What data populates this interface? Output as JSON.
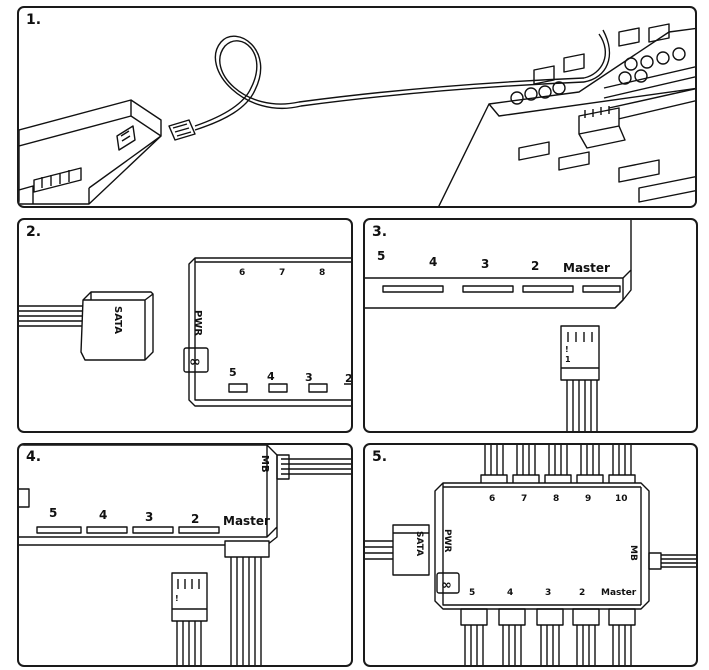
{
  "panels": [
    {
      "number": "1."
    },
    {
      "number": "2.",
      "connector_label": "SATA",
      "port_pwr": "PWR",
      "top_ports": [
        "6",
        "7",
        "8"
      ],
      "bottom_ports": [
        "5",
        "4",
        "3",
        "2"
      ]
    },
    {
      "number": "3.",
      "ports": [
        "5",
        "4",
        "3",
        "2"
      ],
      "master": "Master"
    },
    {
      "number": "4.",
      "ports": [
        "5",
        "4",
        "3",
        "2"
      ],
      "master": "Master",
      "mb": "MB"
    },
    {
      "number": "5.",
      "top_ports": [
        "6",
        "7",
        "8",
        "9",
        "10"
      ],
      "bottom_ports": [
        "5",
        "4",
        "3",
        "2"
      ],
      "master": "Master",
      "sata": "SATA",
      "pwr": "PWR",
      "mb": "MB"
    }
  ]
}
